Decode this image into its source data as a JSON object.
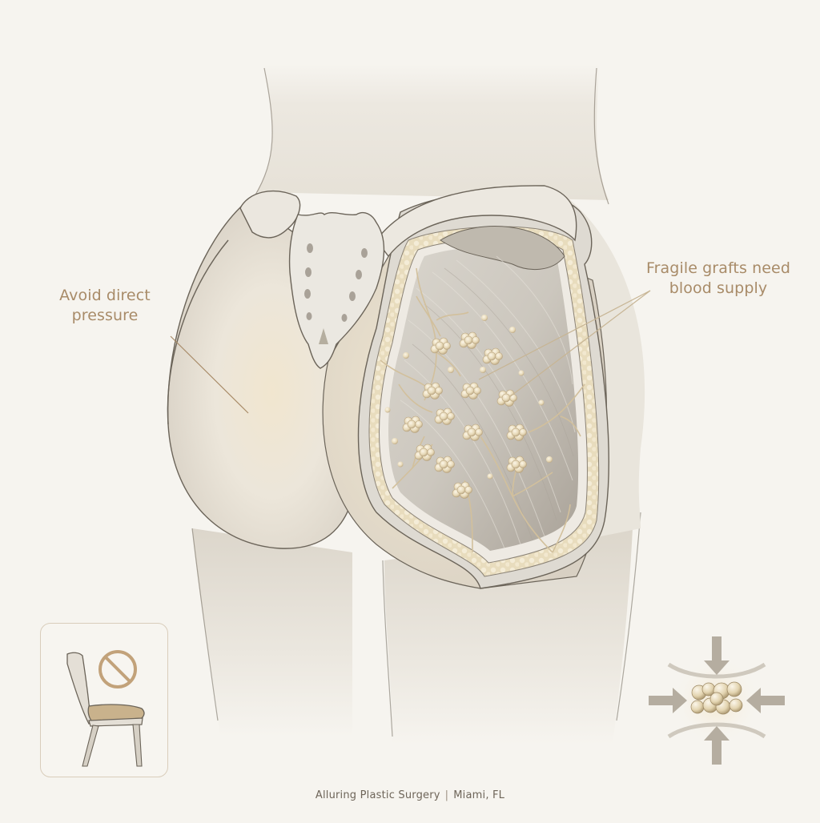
{
  "illustration": {
    "subject": "Posterior view of buttocks with cutaway showing fat grafts over gluteal muscle",
    "layers": [
      "skin",
      "subcutaneous fat layer",
      "gluteus muscle",
      "fat graft clusters",
      "blood vessels",
      "sacrum bone",
      "iliac crests"
    ]
  },
  "callouts": {
    "left": {
      "line1": "Avoid direct",
      "line2": "pressure"
    },
    "right": {
      "line1": "Fragile grafts need",
      "line2": "blood supply"
    }
  },
  "icons": {
    "no_sitting": {
      "semantic": "no-sitting-chair-icon",
      "symbol": "prohibition-sign"
    },
    "compression": {
      "semantic": "fat-compression-icon",
      "arrows": 4
    }
  },
  "footer": {
    "brand": "Alluring Plastic Surgery",
    "separator": "|",
    "location": "Miami, FL"
  },
  "colors": {
    "background": "#f6f4ef",
    "skin": "#ece8df",
    "outline": "#6b6459",
    "accent_text": "#a88b68",
    "fat": "#e8dcbf",
    "muscle": "#c9c3b8",
    "vessel": "#d2c09c"
  }
}
